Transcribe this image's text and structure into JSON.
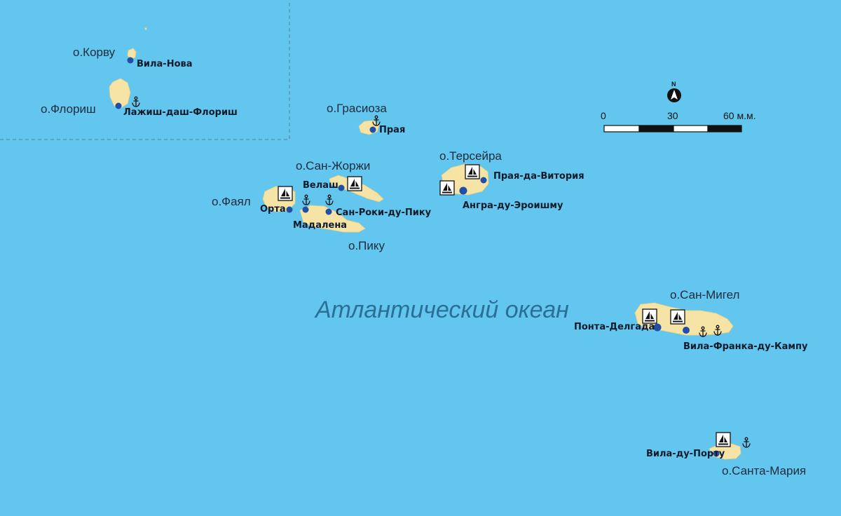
{
  "ocean_label": "Атлантический океан",
  "islands": {
    "corvo": "о.Корву",
    "flores": "о.Флориш",
    "graciosa": "о.Грасиоза",
    "sao_jorge": "о.Сан-Жоржи",
    "terceira": "о.Терсейра",
    "faial": "о.Фаял",
    "pico": "о.Пику",
    "sao_miguel": "о.Сан-Мигел",
    "santa_maria": "о.Санта-Мария"
  },
  "towns": {
    "vila_nova": "Вила-Нова",
    "lajes_flores": "Лажиш-даш-Флориш",
    "praia_graciosa": "Прая",
    "velas": "Велаш",
    "praia_vitoria": "Прая-да-Витория",
    "angra": "Ангра-ду-Эроишму",
    "horta": "Орта",
    "madalena": "Мадалена",
    "sao_roque": "Сан-Роки-ду-Пику",
    "ponta_delgada": "Понта-Делгада",
    "vila_franca": "Вила-Франка-ду-Кампу",
    "vila_porto": "Вила-ду-Порту"
  },
  "scale": {
    "tick_0": "0",
    "tick_30": "30",
    "tick_60": "60 м.м."
  },
  "north": "N",
  "icons": {
    "anchor": "anchor-icon",
    "marina": "sailboat-icon",
    "town": "town-dot-icon",
    "north": "north-arrow-icon"
  },
  "colors": {
    "sea": "#63c6ef",
    "land": "#f6e3a6",
    "town": "#1f4fa6"
  }
}
